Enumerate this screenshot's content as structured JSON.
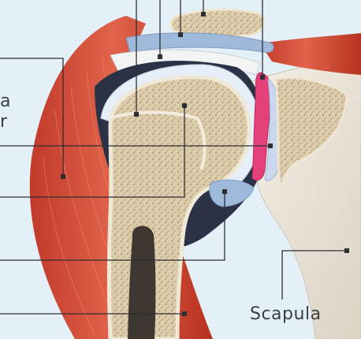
{
  "labels": {
    "scapula": "Scapula",
    "partial_a": "a",
    "partial_r": "r"
  },
  "colors": {
    "background": "#e3f0f8",
    "muscle": "#d9543c",
    "bone_cortex": "#efe6d2",
    "bone_spongy": "#d8c9a8",
    "cartilage": "#dfe9f5",
    "bursa": "#9fb9da",
    "labrum": "#e4407a",
    "scapula_skin": "#f1ece3",
    "leader_line": "#2d2f33",
    "marker": "#2d2f33"
  }
}
